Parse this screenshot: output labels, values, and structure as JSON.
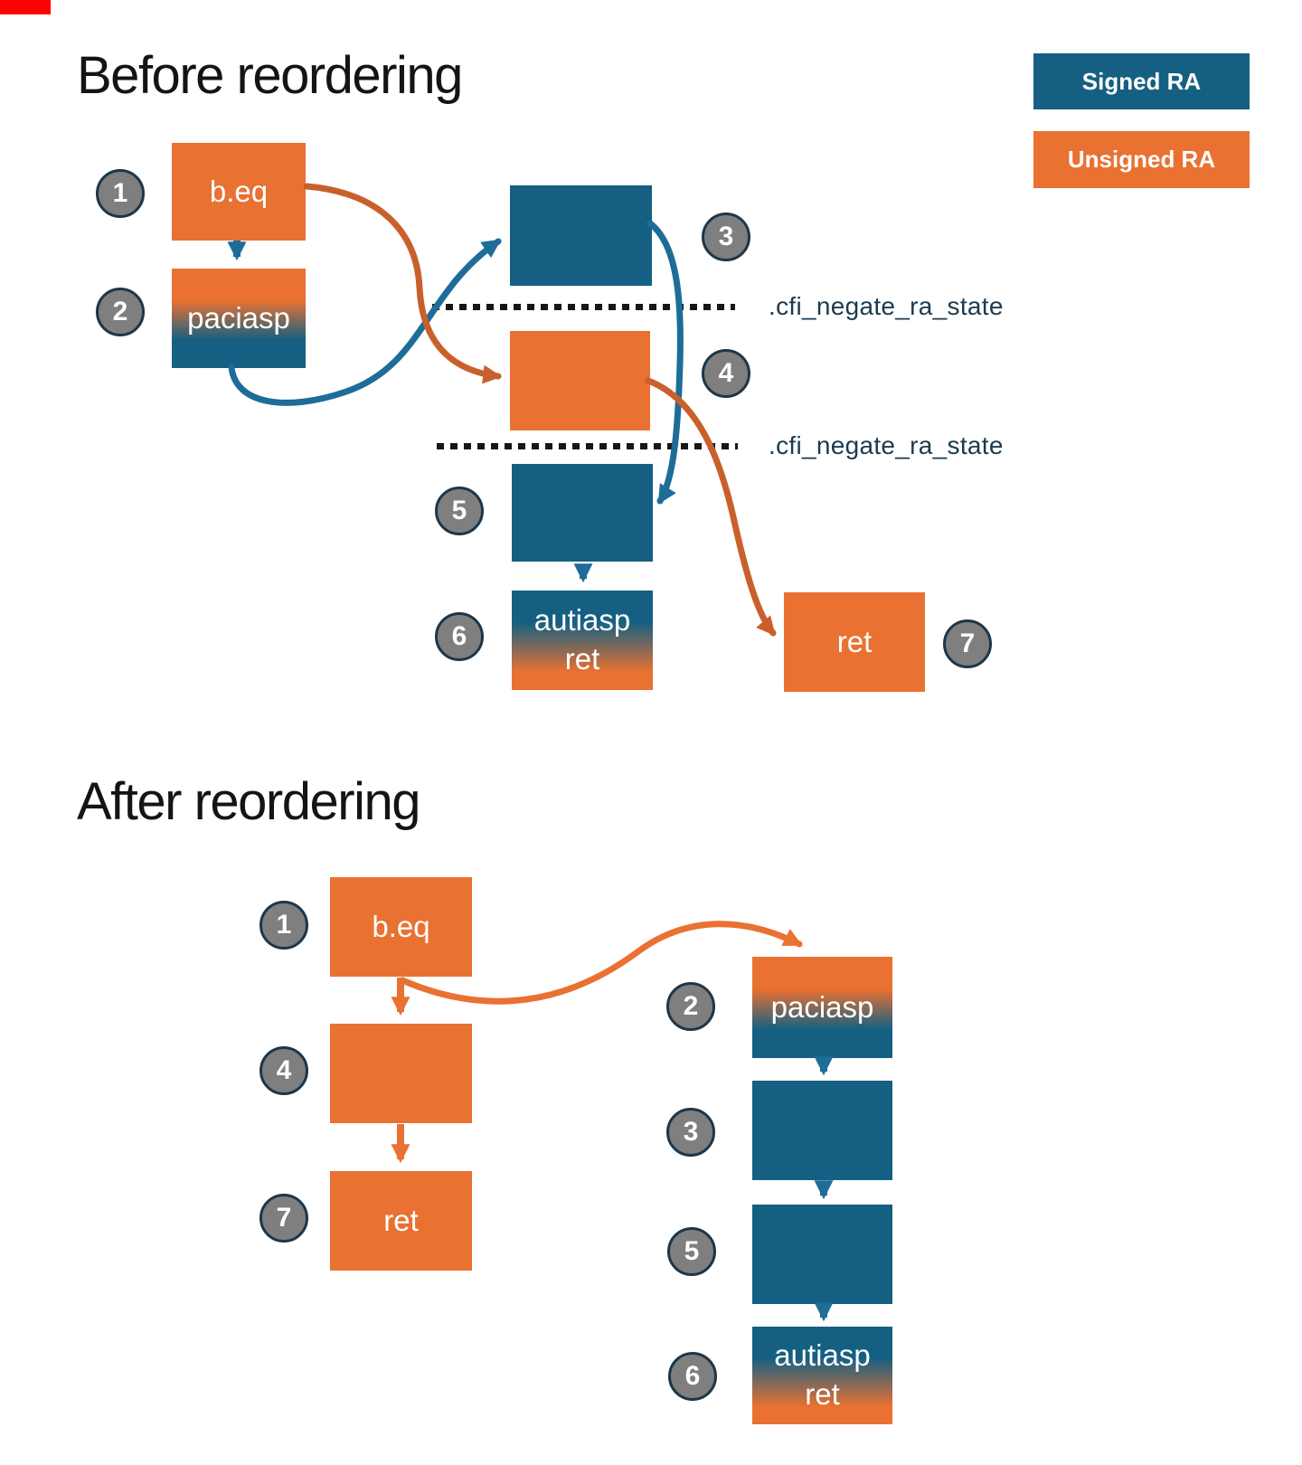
{
  "page": {
    "title_before": "Before reordering",
    "title_after": "After reordering"
  },
  "legend": {
    "signed_label": "Signed RA",
    "unsigned_label": "Unsigned RA",
    "signed_color": "#156082",
    "unsigned_color": "#E97132"
  },
  "annotations": {
    "cfi_line_1": ".cfi_negate_ra_state",
    "cfi_line_2": ".cfi_negate_ra_state"
  },
  "colors": {
    "signed": "#156082",
    "unsigned": "#E97132",
    "arrow_blue": "#1E6C98",
    "arrow_orange_dark": "#C9602C",
    "arrow_orange": "#E97132",
    "step_circle_fill": "#7F7F7F",
    "step_circle_border": "#1D3649",
    "annotation_text": "#1C3A4E"
  },
  "before": {
    "steps": {
      "s1": {
        "number": "1",
        "label": "b.eq"
      },
      "s2": {
        "number": "2",
        "label": "paciasp"
      },
      "s3": {
        "number": "3",
        "label": ""
      },
      "s4": {
        "number": "4",
        "label": ""
      },
      "s5": {
        "number": "5",
        "label": ""
      },
      "s6": {
        "number": "6",
        "label_line1": "autiasp",
        "label_line2": "ret"
      },
      "s7": {
        "number": "7",
        "label": "ret"
      }
    }
  },
  "after": {
    "steps": {
      "s1": {
        "number": "1",
        "label": "b.eq"
      },
      "s2": {
        "number": "2",
        "label": "paciasp"
      },
      "s3": {
        "number": "3",
        "label": ""
      },
      "s4": {
        "number": "4",
        "label": ""
      },
      "s5": {
        "number": "5",
        "label": ""
      },
      "s6": {
        "number": "6",
        "label_line1": "autiasp",
        "label_line2": "ret"
      },
      "s7": {
        "number": "7",
        "label": "ret"
      }
    }
  }
}
